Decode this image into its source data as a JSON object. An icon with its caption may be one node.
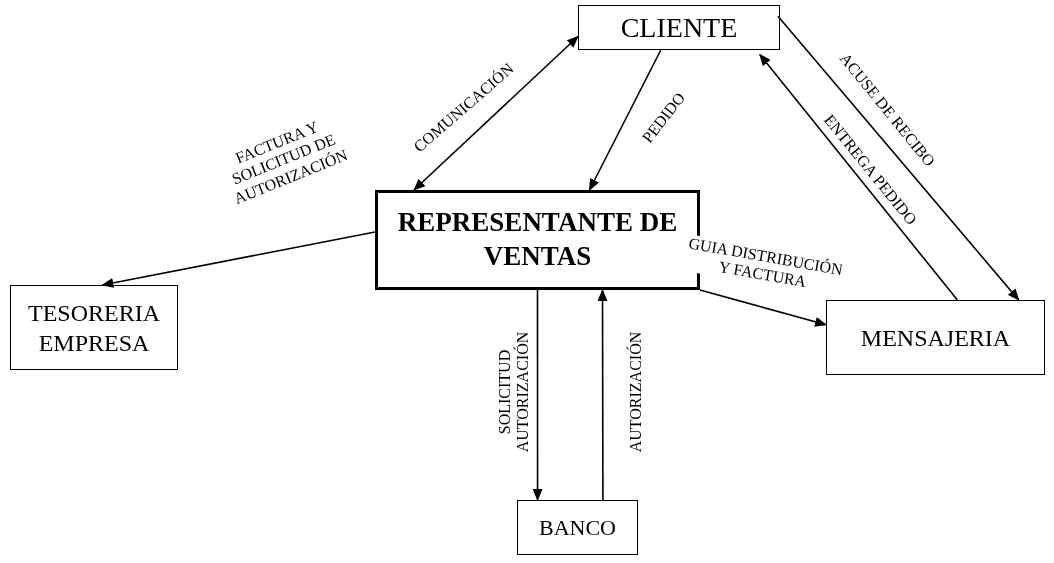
{
  "diagram": {
    "nodes": [
      {
        "text": [
          "CLIENTE"
        ]
      },
      {
        "text": [
          "REPRESENTANTE DE VENTAS"
        ]
      },
      {
        "text": [
          "TESORERIA EMPRESA"
        ]
      },
      {
        "text": [
          "MENSAJERIA"
        ]
      },
      {
        "text": [
          "BANCO"
        ]
      }
    ],
    "edges": [
      {
        "from": 1,
        "to": 0,
        "arrow": "both",
        "label": "COMUNICACIÓN"
      },
      {
        "from": 0,
        "to": 1,
        "arrow": "to",
        "label": "PEDIDO"
      },
      {
        "from": 0,
        "to": 3,
        "arrow": "to",
        "label": "ACUSE DE RECIBO"
      },
      {
        "from": 3,
        "to": 0,
        "arrow": "to",
        "label": "ENTREGA PEDIDO"
      },
      {
        "from": 1,
        "to": 2,
        "arrow": "to",
        "label": "FACTURA Y SOLICITUD DE AUTORIZACIÓN"
      },
      {
        "from": 1,
        "to": 3,
        "arrow": "to",
        "label": "GUIA DISTRIBUCIÓN Y FACTURA"
      },
      {
        "from": 1,
        "to": 4,
        "arrow": "to",
        "label": "SOLICITUD AUTORIZACIÓN"
      },
      {
        "from": 4,
        "to": 1,
        "arrow": "to",
        "label": "AUTORIZACIÓN"
      }
    ]
  }
}
